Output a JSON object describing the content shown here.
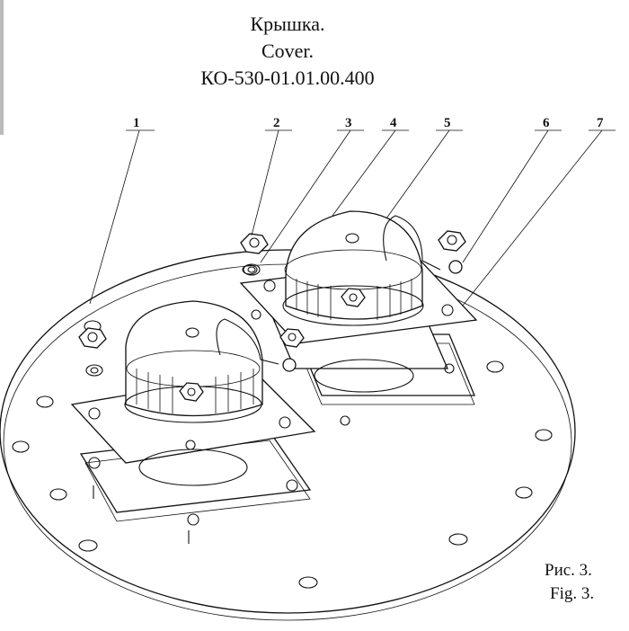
{
  "title": {
    "ru": "Крышка.",
    "en": "Cover.",
    "code": "КО-530-01.01.00.400"
  },
  "callouts": [
    "1",
    "2",
    "3",
    "4",
    "5",
    "6",
    "7"
  ],
  "figure": {
    "ru": "Рис. 3.",
    "en": "Fig. 3."
  }
}
